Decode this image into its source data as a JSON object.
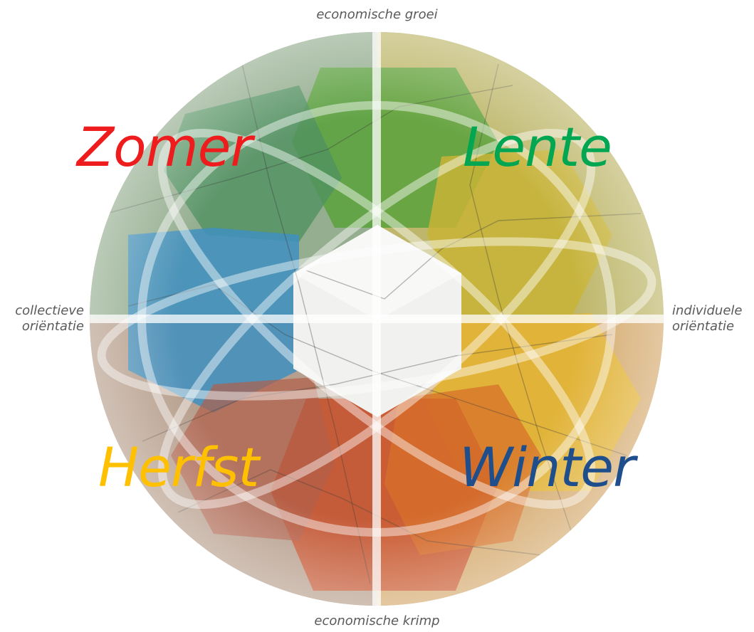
{
  "axes": {
    "top": "economische groei",
    "bottom": "economische krimp",
    "left_line1": "collectieve",
    "left_line2": "oriëntatie",
    "right_line1": "individuele",
    "right_line2": "oriëntatie"
  },
  "seasons": {
    "summer": {
      "label": "Zomer",
      "color": "#ee1c1c"
    },
    "spring": {
      "label": "Lente",
      "color": "#00a651"
    },
    "autumn": {
      "label": "Herfst",
      "color": "#ffc000"
    },
    "winter": {
      "label": "Winter",
      "color": "#1f4e8c"
    }
  },
  "segment_colors": {
    "green": "#5aa23c",
    "blue": "#3f8fc1",
    "rust": "#c8502a",
    "yellow": "#e0b22a"
  }
}
